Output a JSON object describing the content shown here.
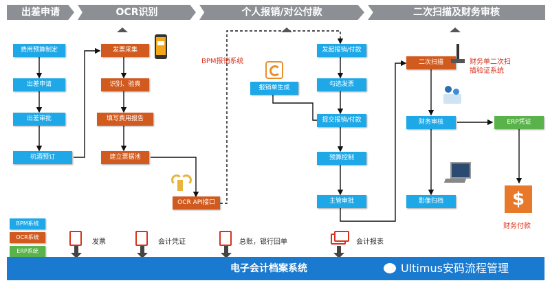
{
  "headers": [
    "出差申请",
    "OCR识别",
    "个人报销/对公付款",
    "二次扫描及财务审核"
  ],
  "col1": [
    "费用预算制定",
    "出差申请",
    "出差审批",
    "机酒预订"
  ],
  "col2": [
    "发票采集",
    "识别、验真",
    "填写费用报告",
    "建立票据池"
  ],
  "ocr_api": "OCR API接口",
  "bpm_label": "BPM报销系统",
  "col3": {
    "voucher_gen": "报销单生成",
    "steps": [
      "发起报销/付款",
      "勾选发票",
      "提交报销/付款",
      "预算控制",
      "主管审批"
    ]
  },
  "col4": {
    "rescan": "二次扫描",
    "rescan_note": "财务单二次扫描验证系统",
    "finance_review": "财务审核",
    "erp": "ERP凭证",
    "archive": "影像归档",
    "payment": "财务付款"
  },
  "legend": [
    "BPM系统",
    "OCR系统",
    "ERP系统"
  ],
  "doc_items": [
    "发票",
    "会计凭证",
    "总账，银行回单",
    "会计报表"
  ],
  "archive_system": "电子会计档案系统",
  "watermark": "Ultimus安码流程管理",
  "colors": {
    "blue": "#1fa8e8",
    "orange": "#d15a1e",
    "green": "#5ab24a",
    "header": "#8c9094",
    "bar": "#1a7ad0"
  }
}
